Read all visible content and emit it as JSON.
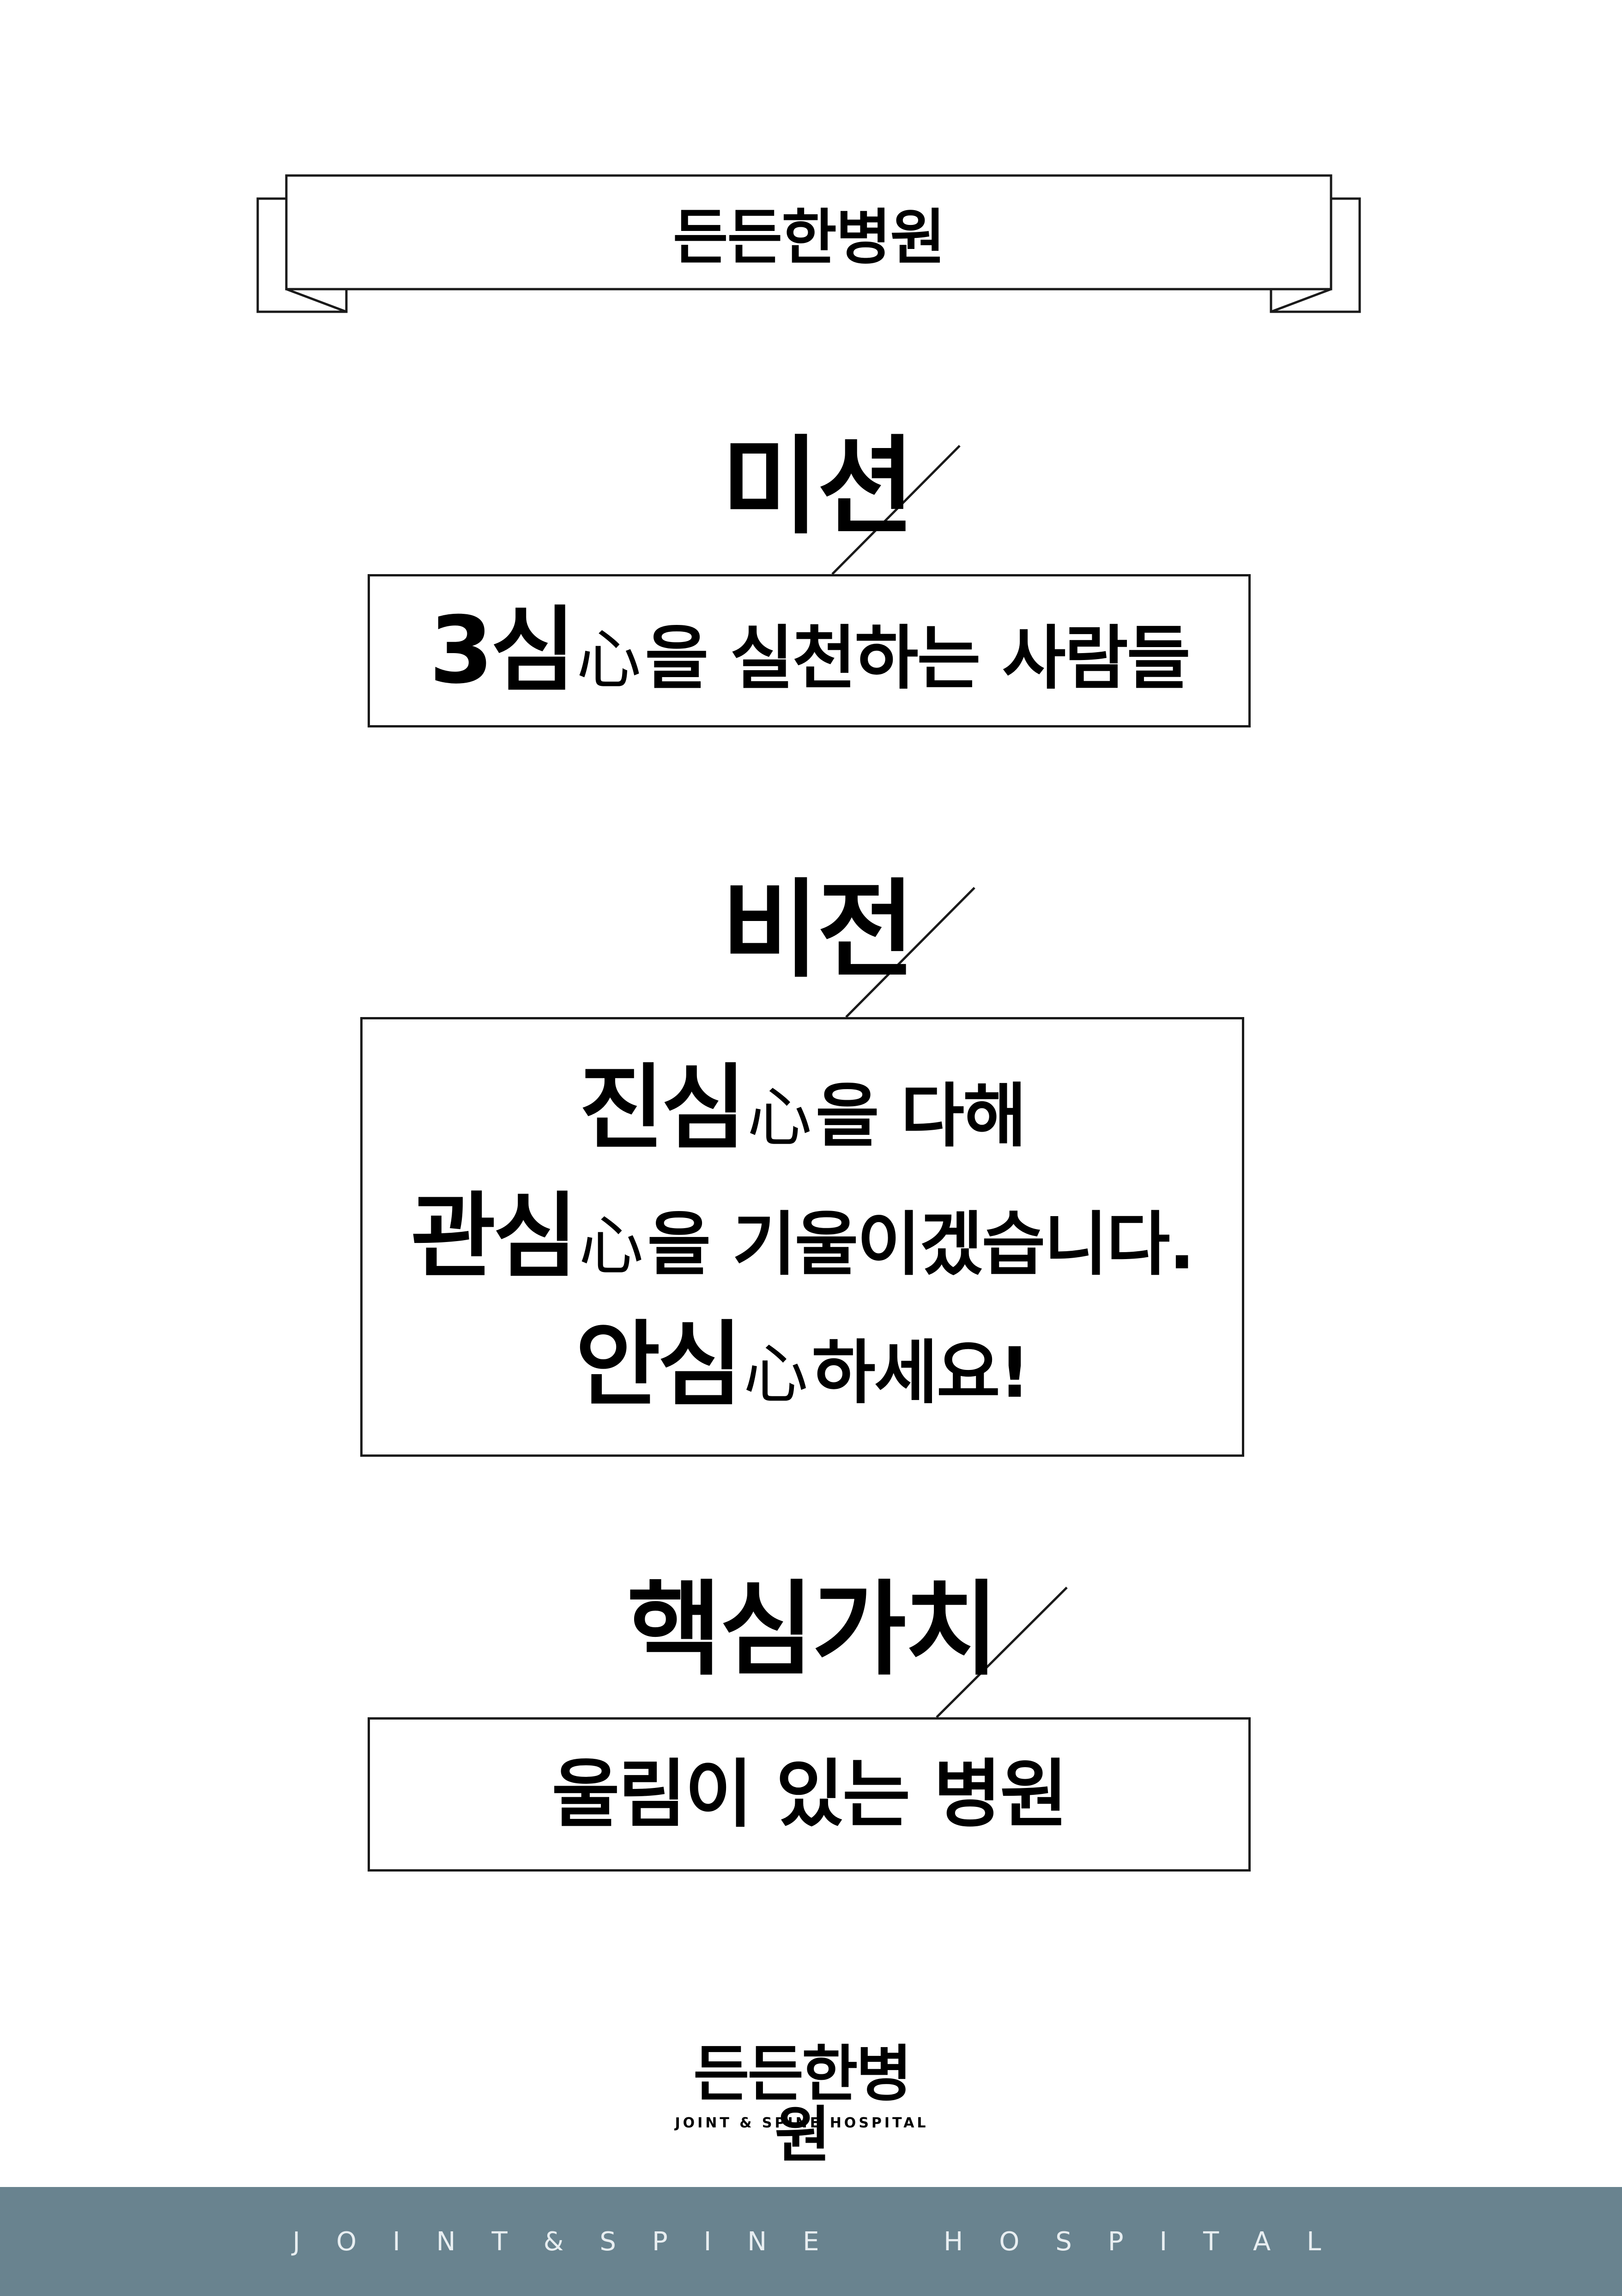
{
  "ribbon": {
    "title": "든든한병원"
  },
  "mission": {
    "heading": "미션",
    "line": {
      "prefix": "3심",
      "hanja": "心",
      "suffix": "을 실천하는 사람들"
    }
  },
  "vision": {
    "heading": "비전",
    "lines": [
      {
        "prefix": "진심",
        "hanja": "心",
        "suffix": "을 다해"
      },
      {
        "prefix": "관심",
        "hanja": "心",
        "suffix": "을 기울이겠습니다."
      },
      {
        "prefix": "안심",
        "hanja": "心",
        "suffix": " 하세요!"
      }
    ]
  },
  "core_values": {
    "heading": "핵심가치",
    "line": "울림이 있는 병원"
  },
  "logo": {
    "name": "든든한병원",
    "subtitle": "JOINT & SPINE HOSPITAL"
  },
  "footer": {
    "text": "JOINT&SPINE  HOSPITAL"
  },
  "colors": {
    "footer_bg": "#69838f",
    "line": "#1a1a1a",
    "text": "#000000"
  }
}
